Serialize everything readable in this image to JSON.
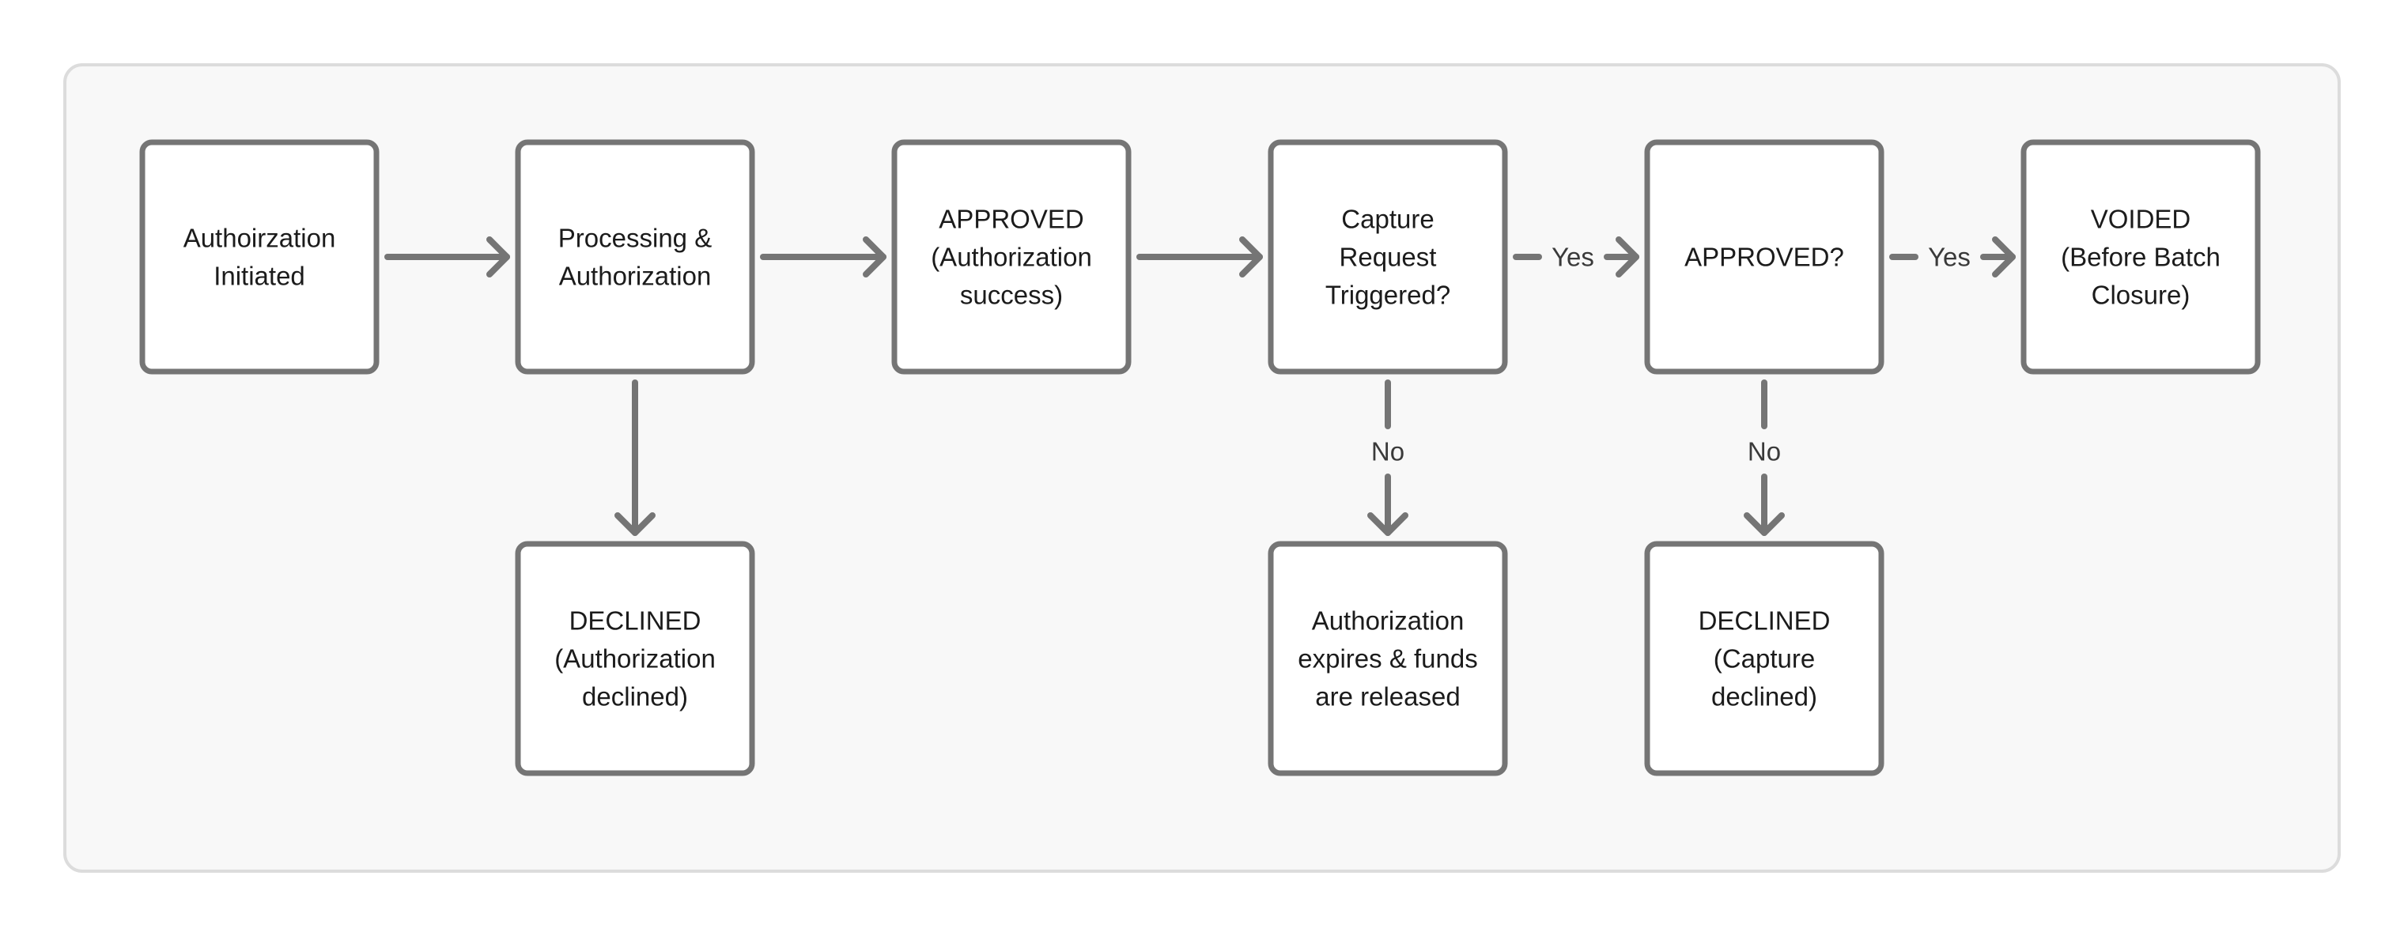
{
  "diagram": {
    "nodes": [
      {
        "id": "auth-initiated",
        "lines": [
          "Authoirzation",
          "Initiated"
        ]
      },
      {
        "id": "processing",
        "lines": [
          "Processing &",
          "Authorization"
        ]
      },
      {
        "id": "approved-auth",
        "lines": [
          "APPROVED",
          "(Authorization",
          "success)"
        ]
      },
      {
        "id": "capture-request",
        "lines": [
          "Capture",
          "Request",
          "Triggered?"
        ]
      },
      {
        "id": "approved-question",
        "lines": [
          "APPROVED?"
        ]
      },
      {
        "id": "voided",
        "lines": [
          "VOIDED",
          "(Before Batch",
          "Closure)"
        ]
      },
      {
        "id": "declined-auth",
        "lines": [
          "DECLINED",
          "(Authorization",
          "declined)"
        ]
      },
      {
        "id": "auth-expires",
        "lines": [
          "Authorization",
          "expires & funds",
          "are released"
        ]
      },
      {
        "id": "declined-capture",
        "lines": [
          "DECLINED",
          "(Capture",
          "declined)"
        ]
      }
    ],
    "edges": [
      {
        "from": "auth-initiated",
        "to": "processing",
        "label": ""
      },
      {
        "from": "processing",
        "to": "approved-auth",
        "label": ""
      },
      {
        "from": "approved-auth",
        "to": "capture-request",
        "label": ""
      },
      {
        "from": "capture-request",
        "to": "approved-question",
        "label": "Yes"
      },
      {
        "from": "approved-question",
        "to": "voided",
        "label": "Yes"
      },
      {
        "from": "processing",
        "to": "declined-auth",
        "label": ""
      },
      {
        "from": "capture-request",
        "to": "auth-expires",
        "label": "No"
      },
      {
        "from": "approved-question",
        "to": "declined-capture",
        "label": "No"
      }
    ]
  }
}
